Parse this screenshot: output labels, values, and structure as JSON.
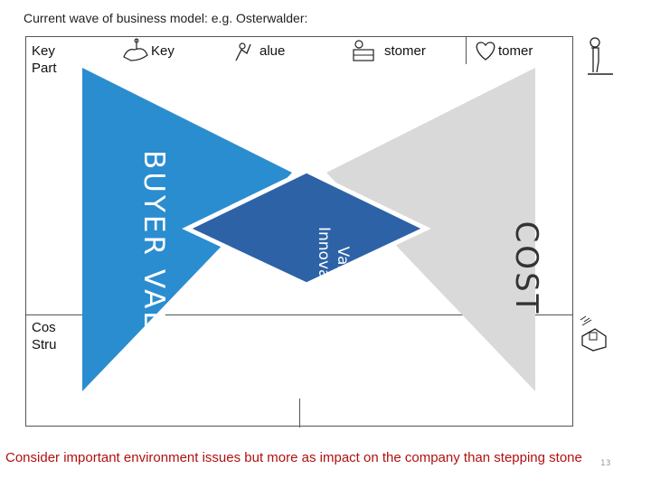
{
  "slide": {
    "header": "Current wave of business model: e.g. Osterwalder:",
    "footer": "Consider important environment issues but more as impact on the company than stepping stone",
    "page_number": "13"
  },
  "canvas_labels": {
    "key_partners_line1": "Key",
    "key_partners_line2": "Part",
    "key_activities": "Key",
    "value_props": "alue",
    "customer_rel": "stomer",
    "customer_seg": "tomer",
    "cost_line1": "Cos",
    "cost_line2": "Stru"
  },
  "diagram": {
    "buyer_value": "BUYER VALUE",
    "cost": "COST",
    "innovation_line1": "Value",
    "innovation_line2": "Innovation",
    "colors": {
      "buyer": "#2a8dd0",
      "cost": "#d9d9d9",
      "innovation": "#2d62a7"
    }
  },
  "icons": [
    "sketch-key-activities-icon",
    "sketch-value-icon",
    "sketch-customer-relationship-icon",
    "sketch-heart-icon",
    "sketch-person-icon",
    "sketch-cash-register-icon"
  ]
}
